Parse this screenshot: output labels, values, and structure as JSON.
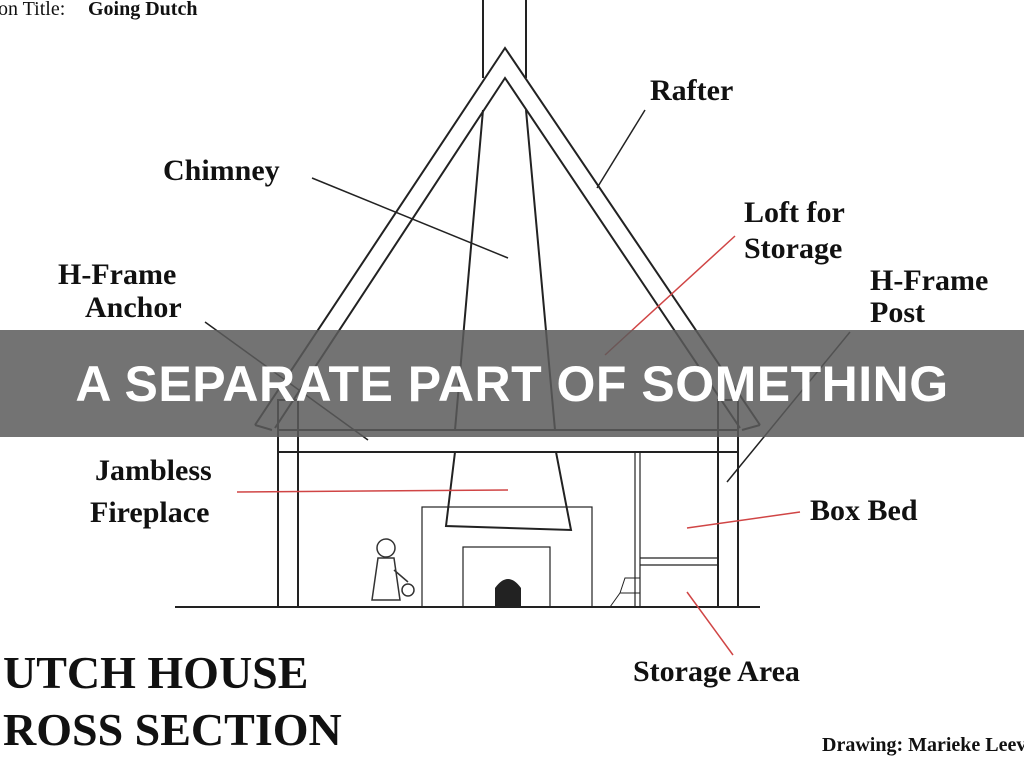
{
  "header": {
    "prefix": "on Title:",
    "title": "Going Dutch"
  },
  "labels": {
    "rafter": "Rafter",
    "chimney": "Chimney",
    "loft_1": "Loft for",
    "loft_2": "Storage",
    "hframe_anchor_1": "H-Frame",
    "hframe_anchor_2": "Anchor",
    "hframe_post_1": "H-Frame",
    "hframe_post_2": "Post",
    "fireplace_1": "Jambless",
    "fireplace_2": "Fireplace",
    "box_bed": "Box Bed",
    "storage_area": "Storage Area"
  },
  "diagram_title": {
    "line1": "UTCH HOUSE",
    "line2": "ROSS SECTION"
  },
  "credit": "Drawing: Marieke Leev",
  "caption": "A SEPARATE PART OF SOMETHING"
}
